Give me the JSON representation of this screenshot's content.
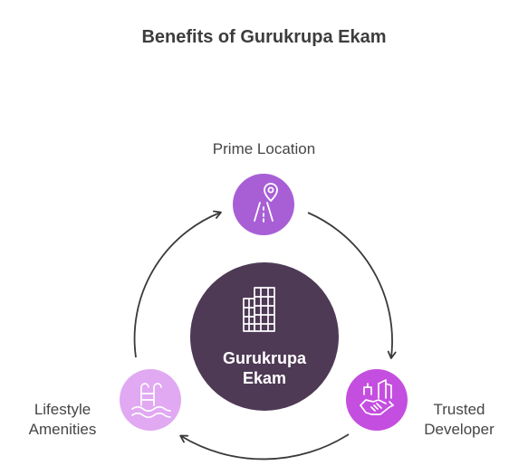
{
  "title": "Benefits of Gurukrupa Ekam",
  "center": {
    "line1": "Gurukrupa",
    "line2": "Ekam",
    "icon": "building-icon",
    "color": "#4e3a55"
  },
  "nodes": [
    {
      "label": "Prime Location",
      "icon": "road-location-pin-icon",
      "color": "#a85fd6"
    },
    {
      "label_line1": "Trusted",
      "label_line2": "Developer",
      "icon": "handshake-city-icon",
      "color": "#c44ee0"
    },
    {
      "label_line1": "Lifestyle",
      "label_line2": "Amenities",
      "icon": "swimming-pool-icon",
      "color": "#e0a9f2"
    }
  ],
  "colors": {
    "arrow": "#3a3a3a",
    "icon_stroke": "#ffffff"
  }
}
